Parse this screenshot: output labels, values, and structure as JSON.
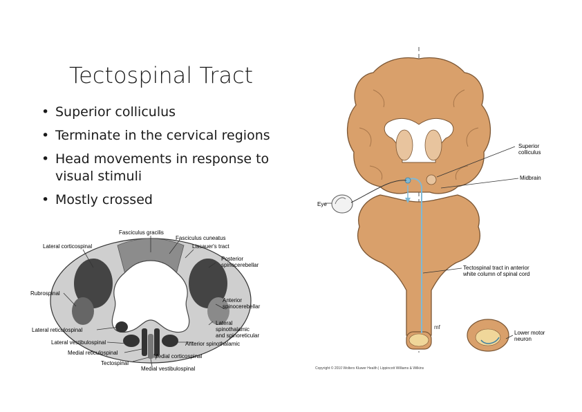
{
  "slide": {
    "title": "Tectospinal Tract",
    "bullets": [
      "Superior colliculus",
      "Terminate in the cervical regions",
      "Head movements in response to visual stimuli",
      "Mostly crossed"
    ]
  },
  "cord_figure": {
    "labels": {
      "fasciculus_gracilis": "Fasciculus gracilis",
      "fasciculus_cuneatus": "Fasciculus cuneatus",
      "lissauer": "Lissauer's tract",
      "lateral_corticospinal": "Lateral corticospinal",
      "posterior_spinocerebellar_1": "Posterior",
      "posterior_spinocerebellar_2": "spinocerebellar",
      "rubrospinal": "Rubrospinal",
      "anterior_spinocerebellar_1": "Anterior",
      "anterior_spinocerebellar_2": "spinocerebellar",
      "lateral_st_1": "Lateral",
      "lateral_st_2": "spinothalamic",
      "lateral_st_3": "and spinoreticular",
      "lateral_reticulospinal": "Lateral reticulospinal",
      "lateral_vestibulospinal": "Lateral vestibulospinal",
      "anterior_spinothalamic": "Anterior spinothalamic",
      "medial_reticulospinal": "Medial reticulospinal",
      "medial_corticospinal": "Medial corticospinal",
      "tectospinal": "Tectospinal",
      "medial_vestibulospinal": "Medial vestibulospinal"
    }
  },
  "brain_figure": {
    "labels": {
      "superior_colliculus_1": "Superior",
      "superior_colliculus_2": "colliculus",
      "midbrain": "Midbrain",
      "eye": "Eye",
      "tract_1": "Tectospinal tract in anterior",
      "tract_2": "white column of spinal cord",
      "lmn_1": "Lower motor",
      "lmn_2": "neuron",
      "copyright": "Copyright © 2010 Wolters Kluwer Health | Lippincott Williams & Wilkins"
    }
  },
  "colors": {
    "brain_tan": "#d9a06b",
    "white_matter_gray": "#a8a8a8",
    "tract_dark": "#555555",
    "tract_path": "#7fb9d6"
  }
}
